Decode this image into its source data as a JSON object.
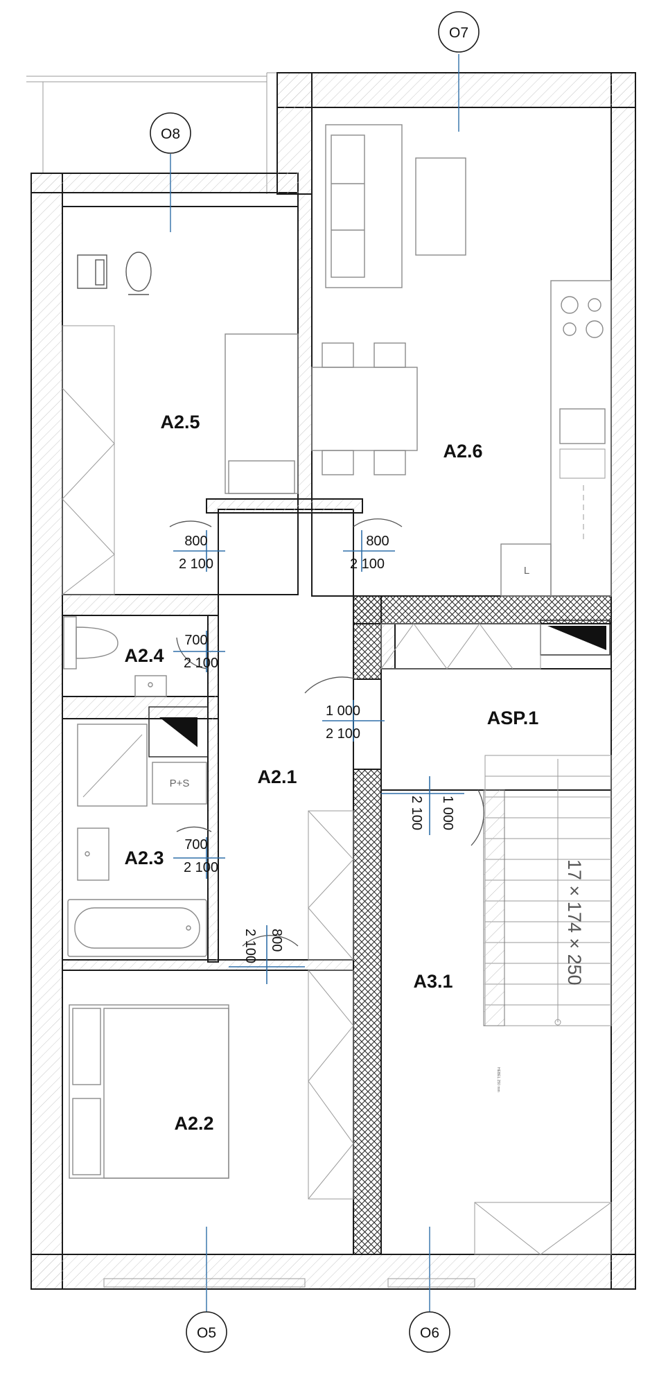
{
  "rooms": {
    "a2_5": "A2.5",
    "a2_6": "A2.6",
    "a2_4": "A2.4",
    "asp_1": "ASP.1",
    "a2_1": "A2.1",
    "a2_3": "A2.3",
    "a3_1": "A3.1",
    "a2_2": "A2.2"
  },
  "doors": {
    "d1_width": "800",
    "d1_height": "2 100",
    "d2_width": "800",
    "d2_height": "2 100",
    "d3_width": "700",
    "d3_height": "2 100",
    "d4_width": "1 000",
    "d4_height": "2 100",
    "d5_width": "1 000",
    "d5_height": "2 100",
    "d6_width": "700",
    "d6_height": "2 100",
    "d7_width": "800",
    "d7_height": "2 100"
  },
  "tags": {
    "o7": "O7",
    "o8": "O8",
    "o5": "O5",
    "o6": "O6"
  },
  "stair": {
    "label": "17 × 174 × 250",
    "note": "HEBEL 250 mm"
  },
  "fixtures": {
    "shaft_label": "P+S",
    "kitchen_label": "L"
  },
  "colors": {
    "walls": "#1a1a1a",
    "dimension_lines": "#2f6fa8",
    "furniture": "#8a8a8a"
  }
}
